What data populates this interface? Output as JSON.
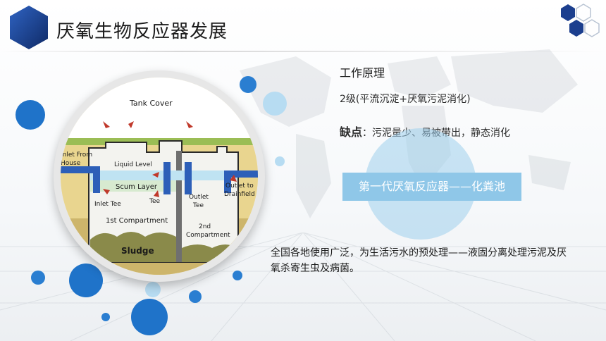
{
  "title": "厌氧生物反应器发展",
  "section_title": "工作原理",
  "principle": "2级(平流沉淀+厌氧污泥消化)",
  "defect": {
    "label": "缺点",
    "text": "：污泥量少、易被带出，静态消化"
  },
  "pill": "第一代厌氧反应器——化粪池",
  "description": "全国各地使用广泛，为生活污水的预处理——液固分离处理污泥及厌氧杀寄生虫及病菌。",
  "diagram": {
    "tank_cover": "Tank Cover",
    "inlet_from": "Inlet From",
    "house": "House",
    "liquid_level": "Liquid Level",
    "scum_layer": "Scum Layer",
    "inlet_tee": "Inlet Tee",
    "tee": "Tee",
    "outlet_tee": "Outlet",
    "outlet_tee2": "Tee",
    "outlet_to": "Outlet to",
    "drainfield": "Drainfield",
    "first_compartment": "1st Compartment",
    "second": "2nd",
    "compartment": "Compartment",
    "sludge": "Sludge"
  },
  "colors": {
    "accent_dark": "#1c3f8e",
    "accent_light": "#8fc7e8",
    "bubble_blue": "#1f73c9"
  }
}
